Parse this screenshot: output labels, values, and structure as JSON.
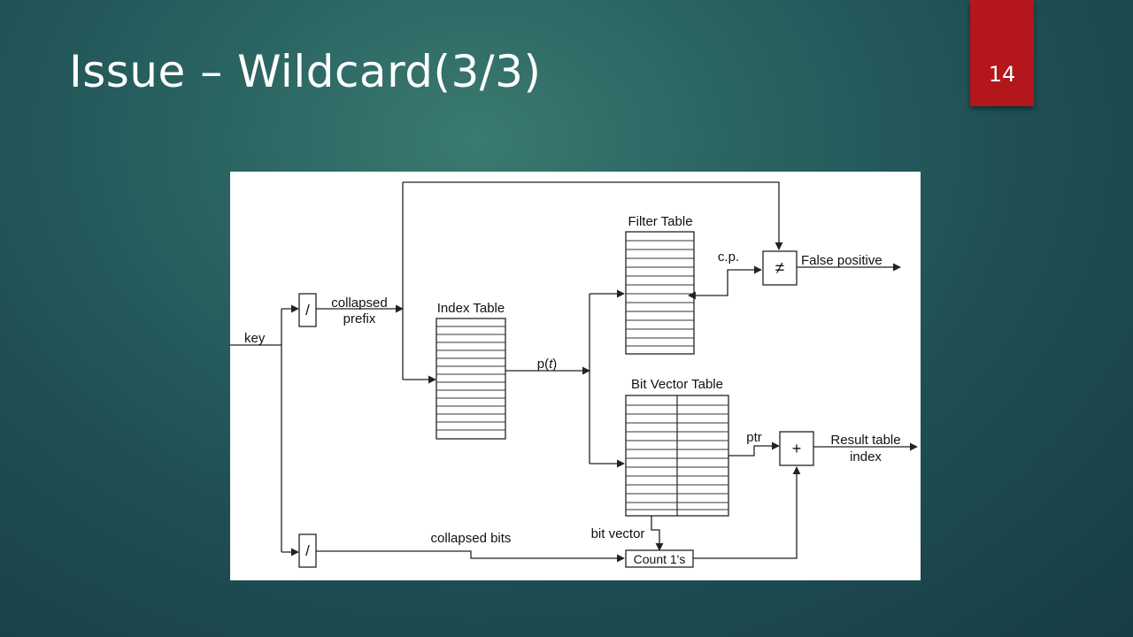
{
  "slide": {
    "title": "Issue – Wildcard(3/3)",
    "page_number": "14",
    "accent_color": "#b3171b"
  },
  "diagram": {
    "key_label": "key",
    "slash_symbol": "/",
    "collapsed_label_line1": "collapsed",
    "collapsed_label_line2": "prefix",
    "index_table_label": "Index Table",
    "pt_label": {
      "p": "p(",
      "t": "t",
      "close": ")"
    },
    "filter_table_label": "Filter Table",
    "cp_label": "c.p.",
    "not_equal_symbol": "≠",
    "false_positive_label": "False positive",
    "bit_vector_table_label": "Bit Vector Table",
    "ptr_label": "ptr",
    "plus_symbol": "+",
    "result_label_line1": "Result table",
    "result_label_line2": "index",
    "collapsed_bits_label": "collapsed bits",
    "bit_vector_label": "bit vector",
    "count_label": "Count 1's"
  }
}
